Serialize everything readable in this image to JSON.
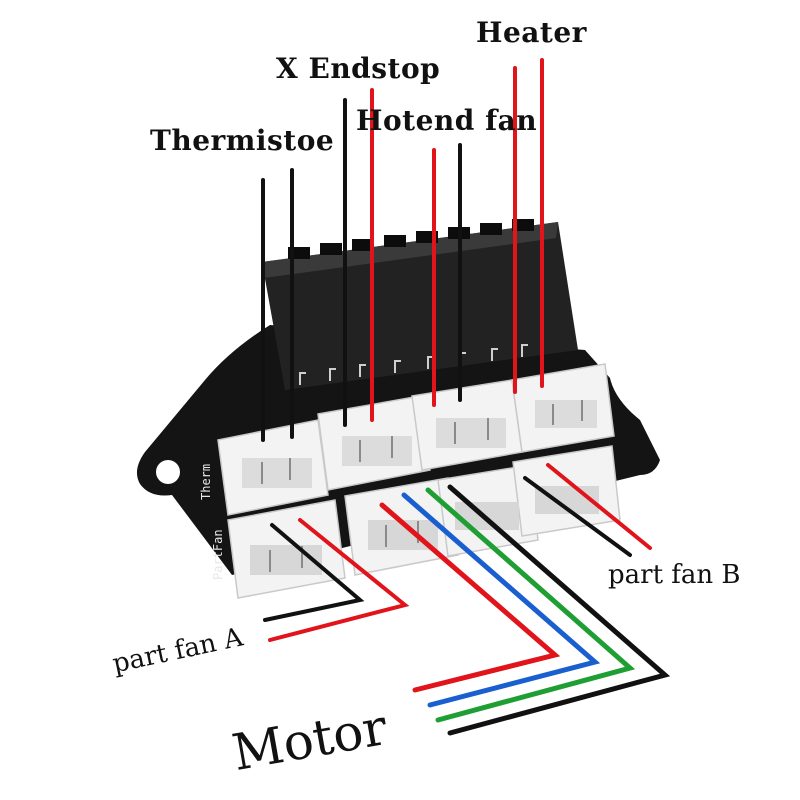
{
  "labels": {
    "thermistor": "Thermistoe",
    "x_endstop": "X  Endstop",
    "hotend_fan": "Hotend fan",
    "heater": "Heater",
    "part_fan_a": "part fan A",
    "part_fan_b": "part fan B",
    "motor": "Motor"
  },
  "board_silkscreen": {
    "left_upper": "Therm",
    "left_lower": "PartFan"
  },
  "colors": {
    "board": "#141414",
    "connector_header": "#222222",
    "jst_housing": "#f3f3f3",
    "wire_black": "#111111",
    "wire_red": "#e0141a",
    "wire_blue": "#1a5fd0",
    "wire_green": "#1f9e34"
  }
}
